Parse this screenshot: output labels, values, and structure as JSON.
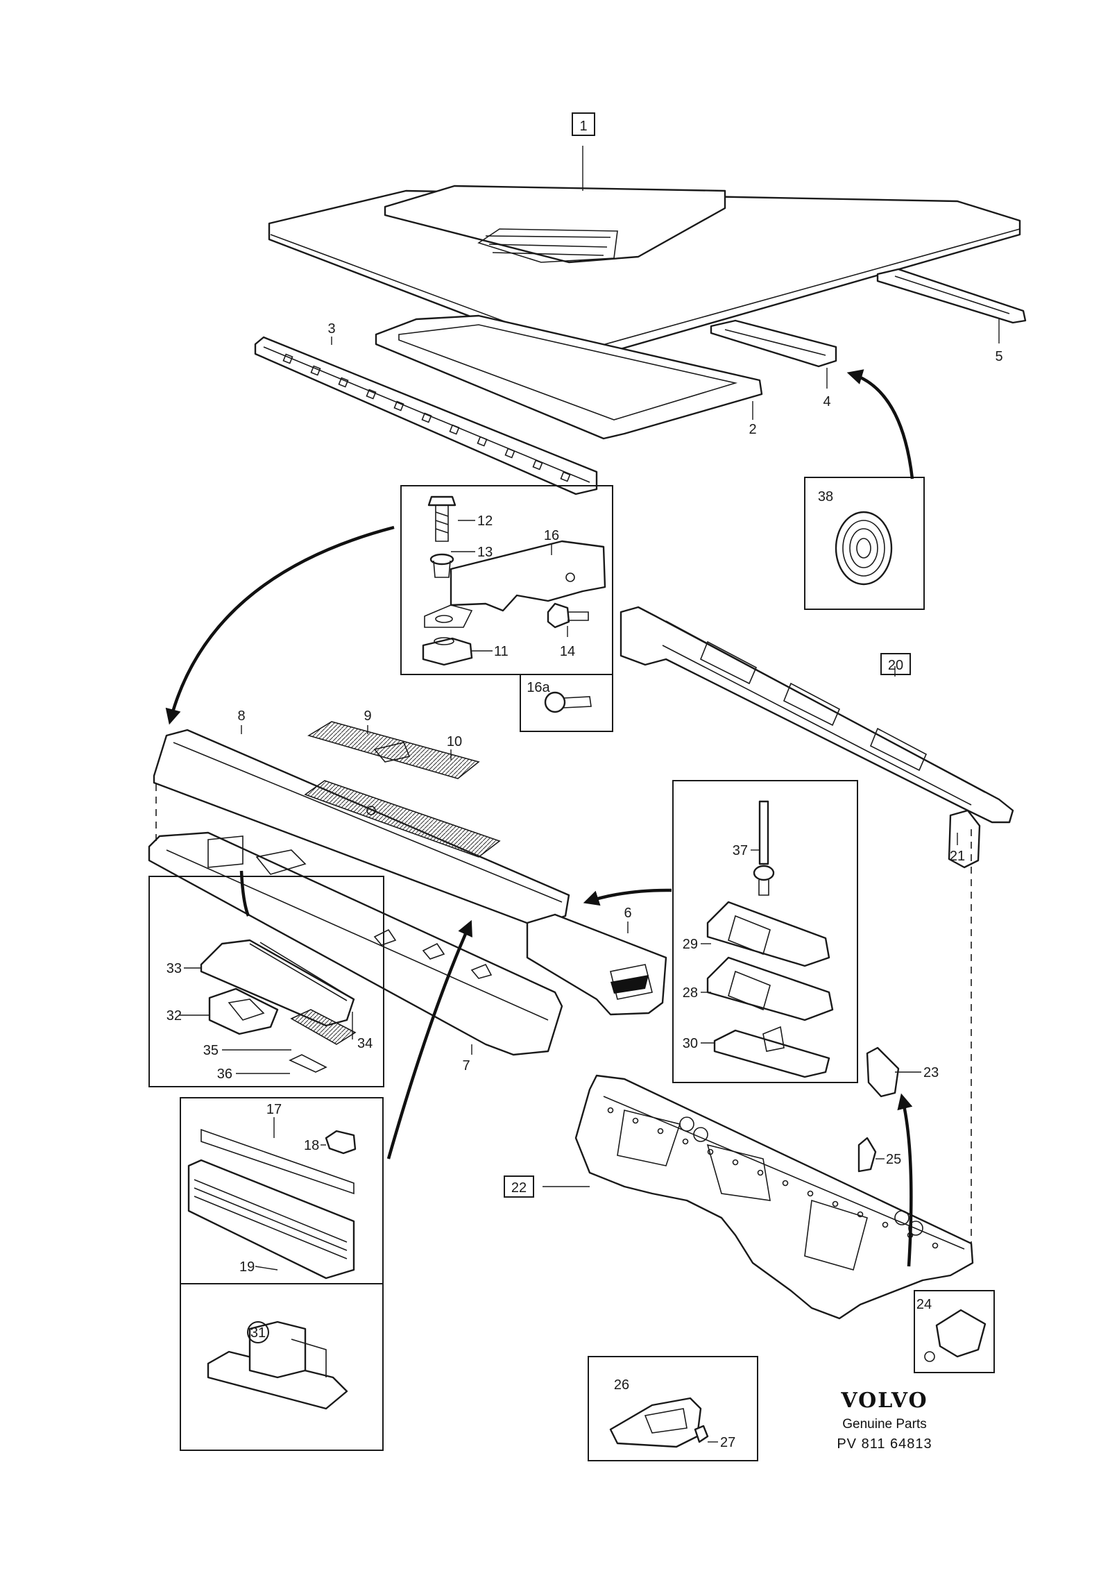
{
  "labels": {
    "p1": "1",
    "p2": "2",
    "p3": "3",
    "p4": "4",
    "p5": "5",
    "p6": "6",
    "p7": "7",
    "p8": "8",
    "p9": "9",
    "p10": "10",
    "p11": "11",
    "p12": "12",
    "p13": "13",
    "p14": "14",
    "p16": "16",
    "p16a": "16a",
    "p17": "17",
    "p18": "18",
    "p19": "19",
    "p20": "20",
    "p21": "21",
    "p22": "22",
    "p23": "23",
    "p24": "24",
    "p25": "25",
    "p26": "26",
    "p27": "27",
    "p28": "28",
    "p29": "29",
    "p30": "30",
    "p31": "31",
    "p32": "32",
    "p33": "33",
    "p34": "34",
    "p35": "35",
    "p36": "36",
    "p37": "37",
    "p38": "38"
  },
  "brand": {
    "name": "VOLVO",
    "subtitle": "Genuine Parts",
    "code": "PV  811  64813"
  }
}
